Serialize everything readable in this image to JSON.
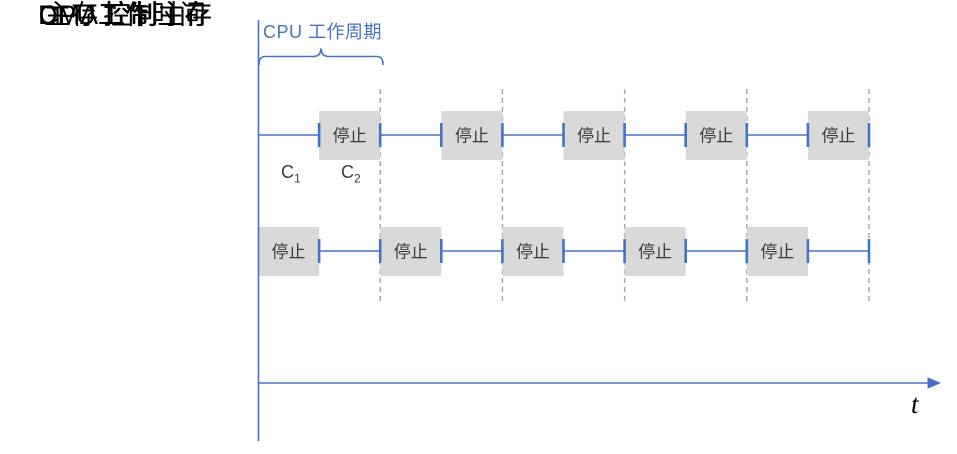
{
  "brace_label": "CPU 工作周期",
  "time_label": "t",
  "segment_labels": [
    {
      "base": "C",
      "sub": "1"
    },
    {
      "base": "C",
      "sub": "2"
    }
  ],
  "rows": [
    {
      "label": "CPU 控制主存",
      "boxes": [
        "停止",
        "停止",
        "停止",
        "停止",
        "停止"
      ]
    },
    {
      "label": "DMA 控制主存",
      "boxes": [
        "停止",
        "停止",
        "停止",
        "停止",
        "停止"
      ]
    },
    {
      "label": "主存工作时间",
      "boxes": []
    }
  ],
  "colors": {
    "line_blue": "#4472C4",
    "box_fill": "#D9D9D9",
    "box_text": "#3b3b3b",
    "dashed_gray": "#A6A6A6",
    "label_text": "#000000",
    "brace_text": "#4472C4"
  }
}
